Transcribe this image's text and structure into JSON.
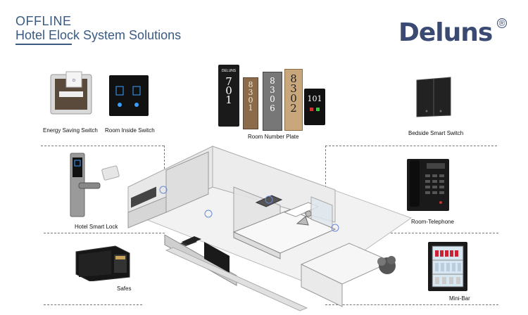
{
  "header": {
    "title_line1": "OFFLINE",
    "title_line2": "Hotel Elock System Solutions",
    "brand": "Deluns",
    "registered_mark": "®"
  },
  "products": {
    "energy_saving_switch": "Energy Saving Switch",
    "room_inside_switch": "Room Inside Switch",
    "room_number_plate": "Room Number Plate",
    "bedside_smart_switch": "Bedside Smart Switch",
    "hotel_smart_lock": "Hotel Smart Lock",
    "room_telephone": "Room-Telephone",
    "safes": "Safes",
    "mini_bar": "Mini-Bar"
  },
  "plates": {
    "plate1_brand": "DELUNS",
    "plate1_number": "701",
    "plate2_number": "8301",
    "plate3_number": "8306",
    "plate4_number": "8302",
    "plate5_number": "101"
  },
  "colors": {
    "brand": "#3a4a73",
    "title": "#3a5a82"
  }
}
